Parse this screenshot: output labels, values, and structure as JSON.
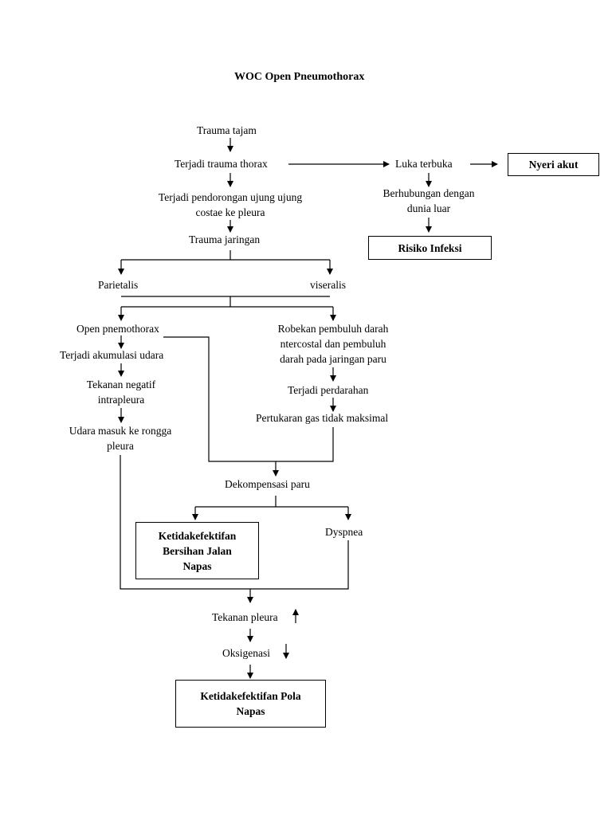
{
  "title": "WOC Open Pneumothorax",
  "nodes": {
    "trauma_tajam": "Trauma tajam",
    "trauma_thorax": "Terjadi trauma thorax",
    "luka_terbuka": "Luka terbuka",
    "pendorongan_1": "Terjadi pendorongan ujung ujung",
    "pendorongan_2": "costae ke pleura",
    "berhubungan_1": "Berhubungan dengan",
    "berhubungan_2": "dunia luar",
    "trauma_jaringan": "Trauma jaringan",
    "parietalis": "Parietalis",
    "viseralis": "viseralis",
    "open_pneumothorax": "Open pnemothorax",
    "robekan_1": "Robekan pembuluh darah",
    "robekan_2": "ntercostal dan pembuluh",
    "robekan_3": "darah pada jaringan paru",
    "akumulasi": "Terjadi akumulasi udara",
    "tekanan_negatif_1": "Tekanan negatif",
    "tekanan_negatif_2": "intrapleura",
    "perdarahan": "Terjadi perdarahan",
    "pertukaran_gas": "Pertukaran gas tidak maksimal",
    "udara_masuk_1": "Udara masuk ke rongga",
    "udara_masuk_2": "pleura",
    "dekompensasi": "Dekompensasi paru",
    "dyspnea": "Dyspnea",
    "tekanan_pleura": "Tekanan pleura",
    "oksigenasi": "Oksigenasi"
  },
  "diagnoses": {
    "nyeri_akut": "Nyeri akut",
    "risiko_infeksi": "Risiko Infeksi",
    "bersihan_1": "Ketidakefektifan",
    "bersihan_2": "Bersihan Jalan",
    "bersihan_3": "Napas",
    "pola_1": "Ketidakefektifan Pola",
    "pola_2": "Napas"
  }
}
